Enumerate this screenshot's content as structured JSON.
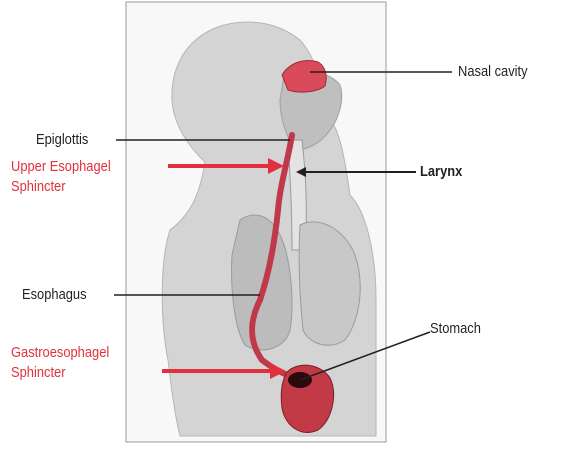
{
  "labels": {
    "nasal_cavity": "Nasal cavity",
    "epiglottis": "Epiglottis",
    "upper_sphincter_line1": "Upper Esophagel",
    "upper_sphincter_line2": "Sphincter",
    "larynx": "Larynx",
    "esophagus": "Esophagus",
    "stomach": "Stomach",
    "gastro_sphincter_line1": "Gastroesophagel",
    "gastro_sphincter_line2": "Sphincter"
  },
  "colors": {
    "esophagus_tract": "#c0394b",
    "arrow_red": "#e3303e",
    "body_gray": "#d3d3d3",
    "label_text": "#231f20"
  }
}
